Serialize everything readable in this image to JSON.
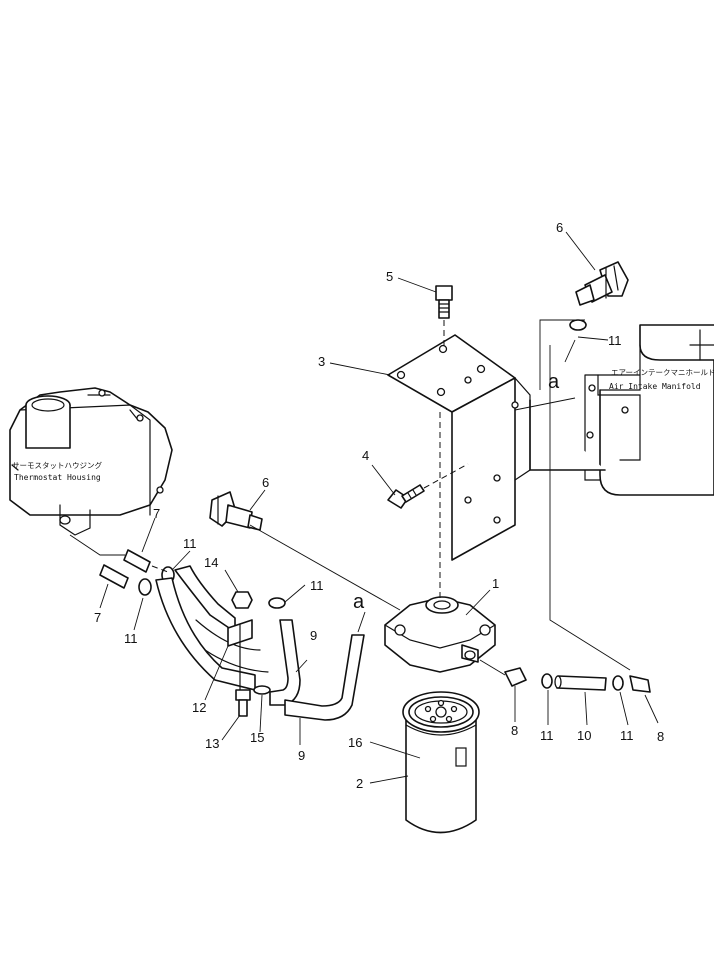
{
  "callouts": {
    "n1": "1",
    "n2": "2",
    "n3": "3",
    "n4": "4",
    "n5": "5",
    "n6a": "6",
    "n6b": "6",
    "n7a": "7",
    "n7b": "7",
    "n8a": "8",
    "n8b": "8",
    "n9a": "9",
    "n9b": "9",
    "n10": "10",
    "n11a": "11",
    "n11b": "11",
    "n11c": "11",
    "n11d": "11",
    "n11e": "11",
    "n11f": "11",
    "n12": "12",
    "n13": "13",
    "n14": "14",
    "n15": "15",
    "n16": "16"
  },
  "connection_marks": {
    "a1": "a",
    "a2": "a"
  },
  "labels": {
    "thermostat_jp": "サーモスタットハウジング",
    "thermostat_en": "Thermostat Housing",
    "intake_jp": "エアーインテークマニホールド",
    "intake_en": "Air Intake Manifold"
  }
}
